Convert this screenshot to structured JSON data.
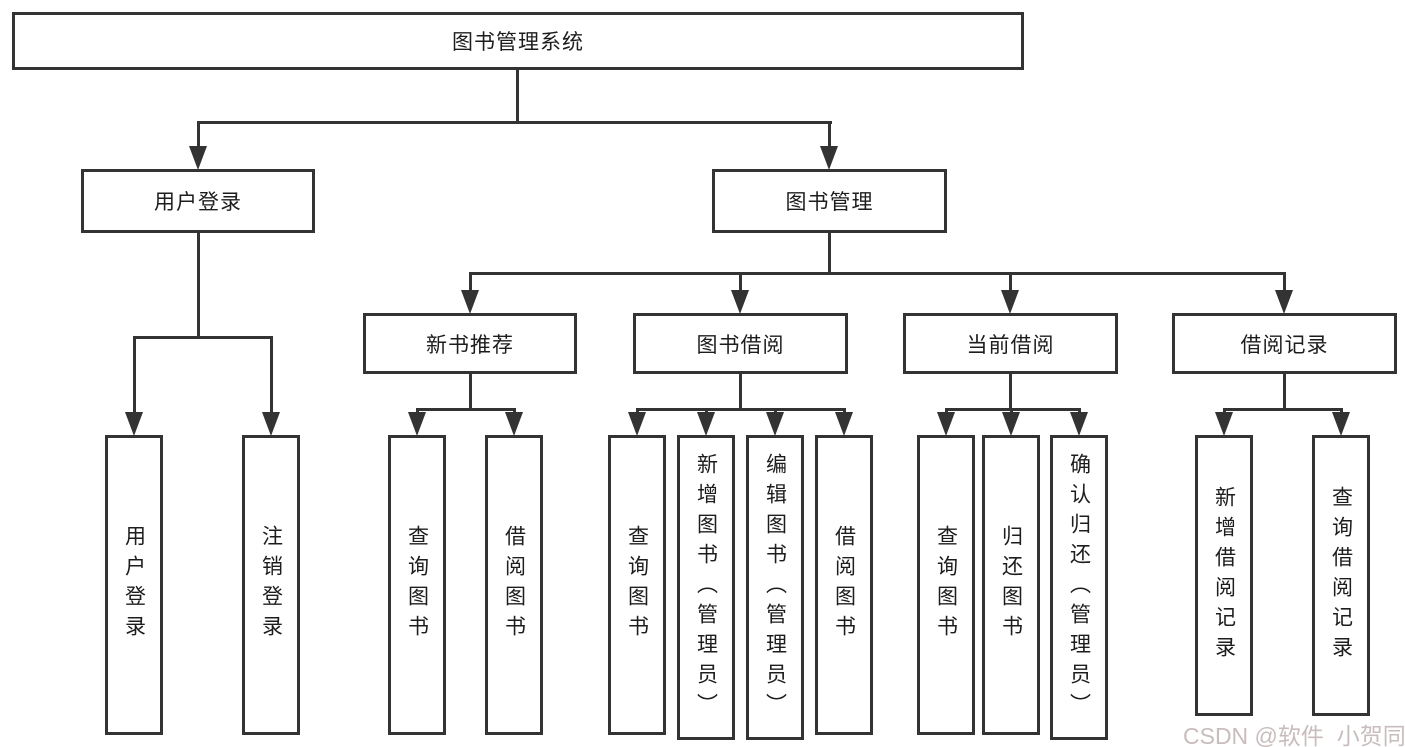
{
  "colors": {
    "line": "#333333",
    "text": "#1d1d1d",
    "watermark": "#c9bcbc",
    "background": "#ffffff"
  },
  "watermark": {
    "text": "CSDN @软件_小贺同学"
  },
  "tree": {
    "root": {
      "label": "图书管理系统"
    },
    "branches": [
      {
        "label": "用户登录",
        "children": [
          {
            "label": "用户登录"
          },
          {
            "label": "注销登录"
          }
        ]
      },
      {
        "label": "图书管理",
        "groups": [
          {
            "label": "新书推荐",
            "children": [
              {
                "label": "查询图书"
              },
              {
                "label": "借阅图书"
              }
            ]
          },
          {
            "label": "图书借阅",
            "children": [
              {
                "label": "查询图书"
              },
              {
                "label": "新增图书（管理员）"
              },
              {
                "label": "编辑图书（管理员）"
              },
              {
                "label": "借阅图书"
              }
            ]
          },
          {
            "label": "当前借阅",
            "children": [
              {
                "label": "查询图书"
              },
              {
                "label": "归还图书"
              },
              {
                "label": "确认归还（管理员）"
              }
            ]
          },
          {
            "label": "借阅记录",
            "children": [
              {
                "label": "新增借阅记录"
              },
              {
                "label": "查询借阅记录"
              }
            ]
          }
        ]
      }
    ]
  }
}
